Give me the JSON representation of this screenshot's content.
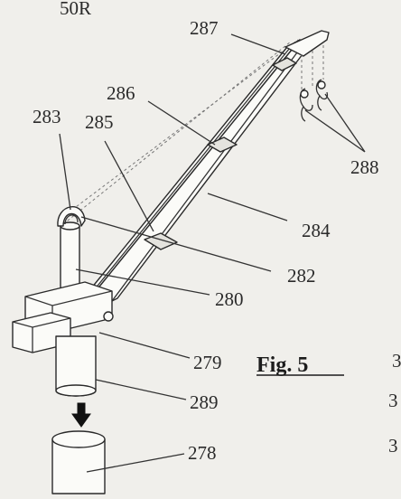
{
  "figure": {
    "header_ref": "50R",
    "title": "Fig. 5",
    "right_edge_marks": [
      "3",
      "3",
      "3"
    ]
  },
  "labels": [
    {
      "id": "287",
      "text": "287"
    },
    {
      "id": "286",
      "text": "286"
    },
    {
      "id": "283",
      "text": "283"
    },
    {
      "id": "285",
      "text": "285"
    },
    {
      "id": "288",
      "text": "288"
    },
    {
      "id": "284",
      "text": "284"
    },
    {
      "id": "282",
      "text": "282"
    },
    {
      "id": "280",
      "text": "280"
    },
    {
      "id": "279",
      "text": "279"
    },
    {
      "id": "289",
      "text": "289"
    },
    {
      "id": "278",
      "text": "278"
    }
  ]
}
